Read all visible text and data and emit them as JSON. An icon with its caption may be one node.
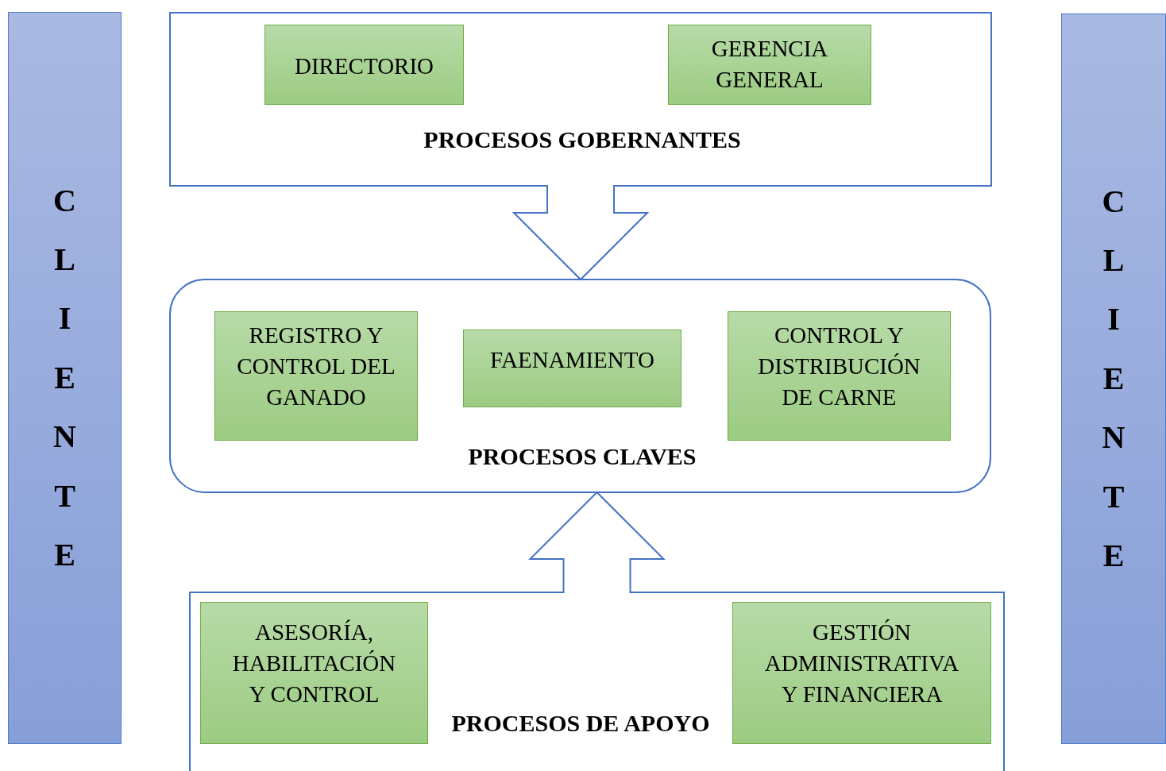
{
  "diagram": {
    "nodes": [
      {
        "text": [
          "CLIENTE"
        ]
      },
      {
        "text": [
          "PROCESOS GOBERNANTES"
        ]
      },
      {
        "text": [
          "DIRECTORIO"
        ],
        "in": 1
      },
      {
        "text": [
          "GERENCIA GENERAL"
        ],
        "in": 1
      },
      {
        "text": [
          "PROCESOS CLAVES"
        ]
      },
      {
        "text": [
          "REGISTRO Y CONTROL DEL GANADO"
        ],
        "in": 4
      },
      {
        "text": [
          "FAENAMIENTO"
        ],
        "in": 4
      },
      {
        "text": [
          "CONTROL Y DISTRIBUCIÓN DE CARNE"
        ],
        "in": 4
      },
      {
        "text": [
          "PROCESOS DE APOYO"
        ]
      },
      {
        "text": [
          "ASESORÍA, HABILITACIÓN Y CONTROL"
        ],
        "in": 8
      },
      {
        "text": [
          "GESTIÓN ADMINISTRATIVA Y FINANCIERA"
        ],
        "in": 8
      },
      {
        "text": [
          "CLIENTE"
        ]
      }
    ],
    "edges": [
      {
        "from": 1,
        "to": 4,
        "arrow": "to"
      },
      {
        "from": 8,
        "to": 4,
        "arrow": "to"
      }
    ]
  }
}
